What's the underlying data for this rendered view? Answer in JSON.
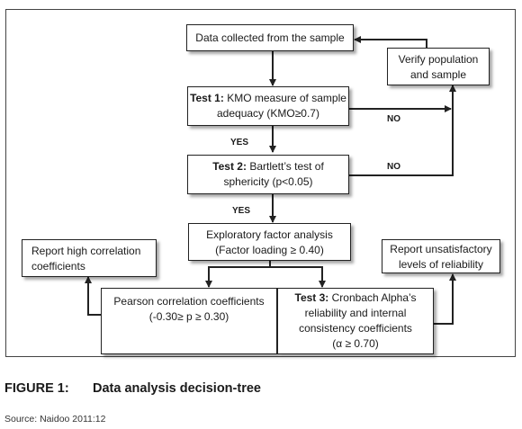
{
  "diagram": {
    "nodes": {
      "data_collected": {
        "lines": [
          "Data collected from the sample"
        ]
      },
      "verify": {
        "lines": [
          "Verify population",
          "and sample"
        ]
      },
      "test1": {
        "prefix": "Test 1:",
        "lines": [
          " KMO measure of sample",
          "adequacy (KMO≥0.7)"
        ]
      },
      "test2": {
        "prefix": "Test 2:",
        "lines": [
          " Bartlett’s test of",
          "sphericity (p<0.05)"
        ]
      },
      "efa": {
        "lines": [
          "Exploratory factor analysis",
          "(Factor loading ≥ 0.40)"
        ]
      },
      "report_high": {
        "lines": [
          "Report high correlation",
          "coefficients"
        ]
      },
      "report_unsat": {
        "lines": [
          "Report unsatisfactory",
          "levels of reliability"
        ]
      },
      "pearson": {
        "lines": [
          "Pearson correlation coefficients",
          "(-0.30≥ p ≥ 0.30)"
        ]
      },
      "test3": {
        "prefix": "Test 3:",
        "lines": [
          " Cronbach Alpha’s",
          "reliability and internal",
          "consistency coefficients",
          "(α ≥ 0.70)"
        ]
      }
    },
    "edge_labels": {
      "no_1": "NO",
      "no_2": "NO",
      "yes_1": "YES",
      "yes_2": "YES"
    }
  },
  "caption": {
    "number": "FIGURE 1:",
    "title": "Data analysis decision-tree"
  },
  "source": "Source: Naidoo 2011:12"
}
